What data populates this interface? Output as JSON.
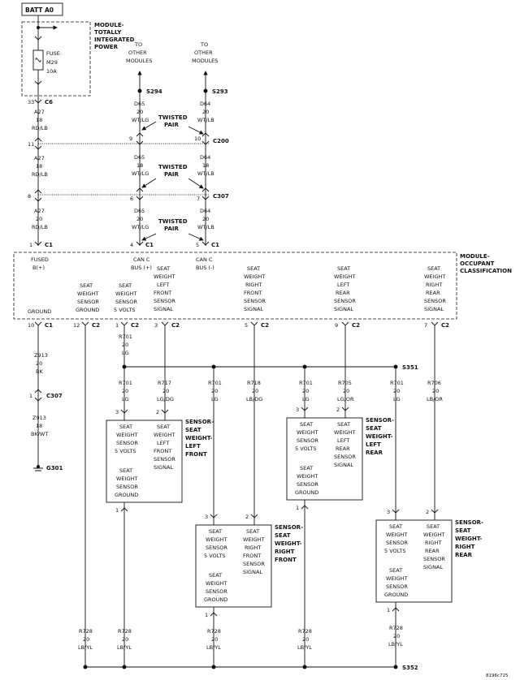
{
  "batt": "BATT A0",
  "tipm": {
    "label": [
      "MODULE-",
      "TOTALLY",
      "INTEGRATED",
      "POWER"
    ],
    "fuse": [
      "FUSE",
      "M29",
      "10A"
    ]
  },
  "to_other_modules": [
    "TO",
    "OTHER",
    "MODULES"
  ],
  "splices": {
    "s294": "S294",
    "s293": "S293",
    "s351": "S351",
    "s352": "S352"
  },
  "connectors": {
    "c6": "C6",
    "c200": "C200",
    "c307": "C307",
    "c1": "C1",
    "c2": "C2",
    "g301": "G301"
  },
  "twisted_pair": [
    "TWISTED",
    "PAIR"
  ],
  "wires": {
    "a27_18": [
      "A27",
      "18",
      "RD/LB"
    ],
    "a27_20": [
      "A27",
      "20",
      "RD/LB"
    ],
    "d65_20": [
      "D65",
      "20",
      "WT/LG"
    ],
    "d64_20": [
      "D64",
      "20",
      "WT/LB"
    ],
    "d65_18": [
      "D65",
      "18",
      "WT/LG"
    ],
    "d64_18": [
      "D64",
      "18",
      "WT/LB"
    ],
    "z913_20": [
      "Z913",
      "20",
      "BK"
    ],
    "z913_18": [
      "Z913",
      "18",
      "BK/WT"
    ],
    "r701": [
      "R701",
      "20",
      "LG"
    ],
    "r717": [
      "R717",
      "20",
      "LG/DG"
    ],
    "r718": [
      "R718",
      "20",
      "LB/DG"
    ],
    "r705": [
      "R705",
      "20",
      "LG/OR"
    ],
    "r706": [
      "R706",
      "20",
      "LB/OR"
    ],
    "r728": [
      "R728",
      "20",
      "LB/YL"
    ]
  },
  "pins": {
    "c6": "33",
    "c200_a": "11",
    "c200_b": "9",
    "c200_c": "10",
    "c307_a": "8",
    "c307_b": "6",
    "c307_c": "7",
    "c307_g": "1",
    "c1_a": "1",
    "c1_b": "4",
    "c1_c": "5",
    "c2_a": "10",
    "c2_b": "12",
    "c2_c": "1",
    "c2_d": "3",
    "c2_e": "5",
    "c2_f": "9",
    "c2_g": "7",
    "p1": "1",
    "p2": "2",
    "p3": "3"
  },
  "occ_module": {
    "label": [
      "MODULE-",
      "OCCUPANT",
      "CLASSIFICATION"
    ],
    "fused": [
      "FUSED",
      "B(+)"
    ],
    "can_c_pos": [
      "CAN C",
      "BUS (+)"
    ],
    "can_c_neg": [
      "CAN C",
      "BUS (-)"
    ],
    "ground": "GROUND",
    "sensor_ground": [
      "SEAT",
      "WEIGHT",
      "SENSOR",
      "GROUND"
    ],
    "sensor_5v": [
      "SEAT",
      "WEIGHT",
      "SENSOR",
      "5 VOLTS"
    ],
    "lf_signal": [
      "SEAT",
      "WEIGHT",
      "LEFT",
      "FRONT",
      "SENSOR",
      "SIGNAL"
    ],
    "rf_signal": [
      "SEAT",
      "WEIGHT",
      "RIGHT",
      "FRONT",
      "SENSOR",
      "SIGNAL"
    ],
    "lr_signal": [
      "SEAT",
      "WEIGHT",
      "LEFT",
      "REAR",
      "SENSOR",
      "SIGNAL"
    ],
    "rr_signal": [
      "SEAT",
      "WEIGHT",
      "RIGHT",
      "REAR",
      "SENSOR",
      "SIGNAL"
    ]
  },
  "sensors": {
    "common_5v": [
      "SEAT",
      "WEIGHT",
      "SENSOR",
      "5 VOLTS"
    ],
    "common_gnd": [
      "SEAT",
      "WEIGHT",
      "SENSOR",
      "GROUND"
    ],
    "lf": {
      "signal": [
        "SEAT",
        "WEIGHT",
        "LEFT",
        "FRONT",
        "SENSOR",
        "SIGNAL"
      ],
      "label": [
        "SENSOR-",
        "SEAT",
        "WEIGHT-",
        "LEFT",
        "FRONT"
      ]
    },
    "rf": {
      "signal": [
        "SEAT",
        "WEIGHT",
        "RIGHT",
        "FRONT",
        "SENSOR",
        "SIGNAL"
      ],
      "label": [
        "SENSOR-",
        "SEAT",
        "WEIGHT-",
        "RIGHT",
        "FRONT"
      ]
    },
    "lr": {
      "signal": [
        "SEAT",
        "WEIGHT",
        "LEFT",
        "REAR",
        "SENSOR",
        "SIGNAL"
      ],
      "label": [
        "SENSOR-",
        "SEAT",
        "WEIGHT-",
        "LEFT",
        "REAR"
      ]
    },
    "rr": {
      "signal": [
        "SEAT",
        "WEIGHT",
        "RIGHT",
        "REAR",
        "SENSOR",
        "SIGNAL"
      ],
      "label": [
        "SENSOR-",
        "SEAT",
        "WEIGHT-",
        "RIGHT",
        "REAR"
      ]
    }
  },
  "figure_id": "8196c725"
}
